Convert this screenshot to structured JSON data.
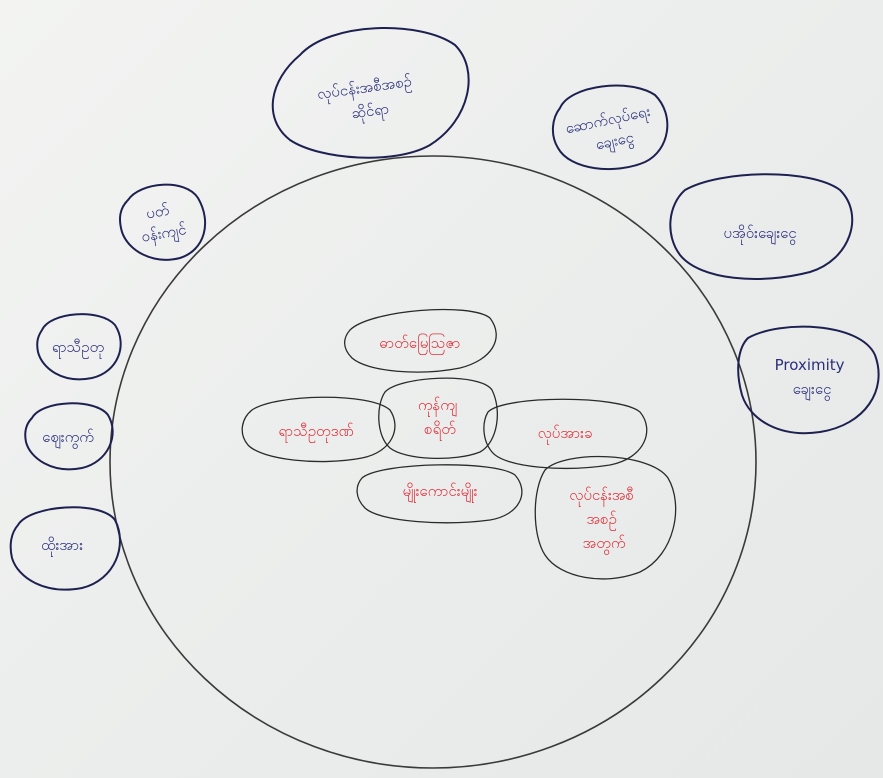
{
  "diagram": {
    "outer_nodes": [
      {
        "id": "top",
        "lines": [
          "လုပ်ငန်းအစီအစဉ်",
          "ဆိုင်ရာ"
        ]
      },
      {
        "id": "top-right-1",
        "lines": [
          "ဆောက်လုပ်ရေး",
          "ချေးငွေ"
        ]
      },
      {
        "id": "right-1",
        "lines": [
          "ပအိုဝ်းချေးငွေ"
        ]
      },
      {
        "id": "right-2",
        "lines": [
          "Proximity",
          "ချေးငွေ"
        ]
      },
      {
        "id": "left-1",
        "lines": [
          "ပတ်",
          "ဝန်းကျင်"
        ]
      },
      {
        "id": "left-2",
        "lines": [
          "ရာသီဥတု"
        ]
      },
      {
        "id": "left-3",
        "lines": [
          "ဈေးကွက်"
        ]
      },
      {
        "id": "left-4",
        "lines": [
          "ထိုးအား"
        ]
      }
    ],
    "inner_nodes": [
      {
        "id": "center-top",
        "lines": [
          "ဓာတ်မြေဩဇာ"
        ]
      },
      {
        "id": "center",
        "lines": [
          "ကုန်ကျ",
          "စရိတ်"
        ]
      },
      {
        "id": "center-left",
        "lines": [
          "ရာသီဥတုဒဏ်"
        ]
      },
      {
        "id": "center-right",
        "lines": [
          "လုပ်အားခ"
        ]
      },
      {
        "id": "center-bottom",
        "lines": [
          "မျိုးကောင်းမျိုး"
        ]
      },
      {
        "id": "bottom-right",
        "lines": [
          "လုပ်ငန်းအစီ",
          "အစဉ်",
          "အတွက်"
        ]
      }
    ],
    "colors": {
      "outer_ink": "#2b2f7a",
      "inner_ink": "#e0303a",
      "circle_ink": "#3a3a3a"
    }
  }
}
